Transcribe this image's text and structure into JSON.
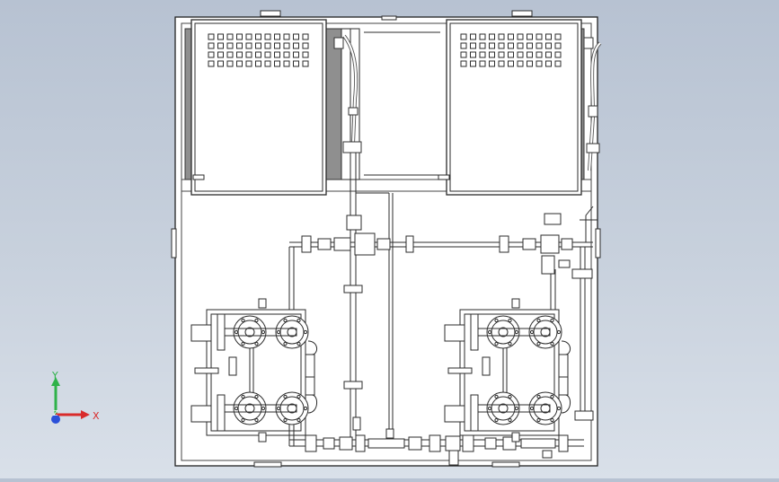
{
  "viewport": {
    "background_top": "#b7c2d2",
    "background_bottom": "#d9e0e9",
    "line_color": "#2b2b2b",
    "frame_fill": "#ffffff",
    "hatch_fill": "#8a8a8a"
  },
  "triad": {
    "x_label": "X",
    "y_label": "Y",
    "z_label": "Z",
    "x_color": "#d92b2b",
    "y_color": "#2fb24a",
    "z_color": "#2b50d9"
  }
}
